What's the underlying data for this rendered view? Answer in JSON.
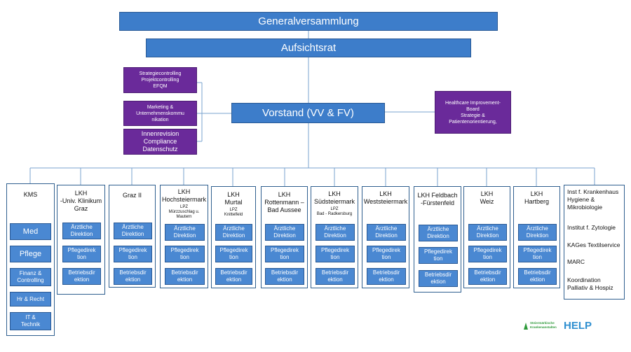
{
  "top": {
    "generalversammlung": "Generalversammlung",
    "aufsichtsrat": "Aufsichtsrat",
    "vorstand": "Vorstand (VV & FV)"
  },
  "staff": [
    "Strategiecontrolling\nProjektcontrolling\nEFQM",
    "Marketing &\nUnternehmenskommu\nnikation",
    "Innenrevision\nCompliance\nDatenschutz"
  ],
  "healthcare": "Healthcare Improvement-\nBoard\nStrategie &\nPatientenorientierung,",
  "kms": {
    "title": "KMS",
    "items": [
      "Med",
      "Pflege",
      "Finanz &\nControlling",
      "Hr & Recht",
      "IT &\nTechnik"
    ]
  },
  "columns": [
    {
      "title": "LKH\n-Univ. Klinikum\nGraz",
      "sub": ""
    },
    {
      "title": "Graz II",
      "sub": ""
    },
    {
      "title": "LKH\nHochsteiermark",
      "sub": "LPZ\nMürzzuschlag u.\nMautern"
    },
    {
      "title": "LKH\nMurtal",
      "sub": "LPZ\nKnittelfeld"
    },
    {
      "title": "LKH\nRottenmann –\nBad Aussee",
      "sub": ""
    },
    {
      "title": "LKH\nSüdsteiermark",
      "sub": "LPZ\nBad - Radkersburg"
    },
    {
      "title": "LKH\nWeststeiermark",
      "sub": ""
    },
    {
      "title": "LKH Feldbach\n-Fürstenfeld",
      "sub": ""
    },
    {
      "title": "LKH\nWeiz",
      "sub": ""
    },
    {
      "title": "LKH\nHartberg",
      "sub": ""
    }
  ],
  "directorates": [
    "Ärztliche\nDirektion",
    "Pflegedirek\ntion",
    "Betriebsdir\nektion"
  ],
  "institutes": [
    "Inst f. Krankenhaus\nHygiene &\nMikrobiologie",
    "Institut f. Zytologie",
    "KAGes Textilservice",
    "MARC",
    "Koordination\nPalliativ & Hospiz"
  ],
  "logo": {
    "org_text": "Steiermärkische\nKrankenanstalten",
    "help_text": "HELP"
  },
  "colors": {
    "blue": "#3d7dca",
    "purple": "#6a2a9a",
    "line": "#7aa3cf"
  }
}
